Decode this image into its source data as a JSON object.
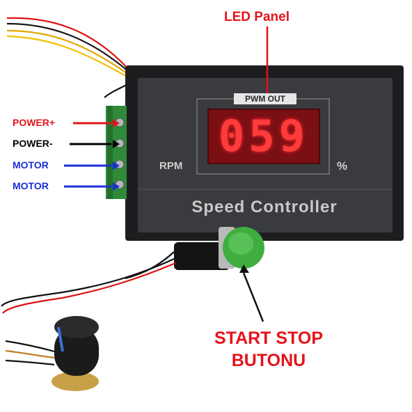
{
  "callouts": {
    "led_panel": "LED Panel",
    "start_stop_line1": "START STOP",
    "start_stop_line2": "BUTONU"
  },
  "terminals": [
    {
      "label": "POWER+",
      "color": "#e3141b"
    },
    {
      "label": "POWER-",
      "color": "#000000"
    },
    {
      "label": "MOTOR",
      "color": "#1a2fd6"
    },
    {
      "label": "MOTOR",
      "color": "#1a2fd6"
    }
  ],
  "device": {
    "pwm_label": "PWM OUT",
    "display_value": "059",
    "left_unit": "RPM",
    "right_unit": "%",
    "name": "Speed Controller"
  },
  "colors": {
    "callout_red": "#e3141b",
    "panel_body": "#1d1d1f",
    "panel_face": "#3a3b3e",
    "led_red": "#ff3b3b",
    "button_green": "#3fae3f"
  }
}
